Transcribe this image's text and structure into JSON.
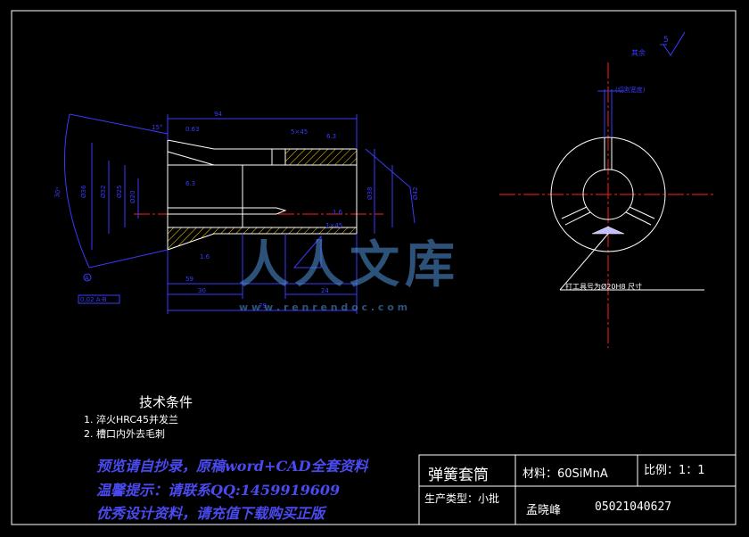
{
  "dimensions": {
    "d94": "94",
    "d5x45": "5×45",
    "d0.63": "0.63",
    "d6.3a": "6.3",
    "d6.3b": "6.3",
    "d1x45": "1×45",
    "d1.6": "1.6",
    "d1.6b": "1.6",
    "phi36": "Ø36",
    "phi32": "Ø32",
    "phi25": "Ø25",
    "phi20": "Ø20",
    "phi38": "Ø38",
    "phi42": "Ø42",
    "d30deg": "30°",
    "d15deg": "15°",
    "d59": "59",
    "d30": "30",
    "d24": "24",
    "d79": "79",
    "tol": "0.02 A-B",
    "datumA": "A",
    "slot": "(切割宽度)",
    "rough_all": "其余",
    "rough_val": "5"
  },
  "end_view_note": "打工具号为Ø20H8  尺寸",
  "tech_req": {
    "title": "技术条件",
    "items": [
      "1.  淬火HRC45并发兰",
      "2.  槽口内外去毛刺"
    ]
  },
  "promo_lines": [
    "预览请自抄录，原稿word+CAD全套资料",
    "温馨提示：请联系QQ:1459919609",
    "优秀设计资料，请充值下载购买正版"
  ],
  "title_block": {
    "part_name": "弹簧套筒",
    "material": "材料：60SiMnA",
    "scale": "比例：1：1",
    "production": "生产类型：小批",
    "designer": "孟晓峰",
    "student_id": "05021040627"
  },
  "watermark": {
    "main": "人人文库",
    "url": "w w w . r e n r e n d o c . c o m"
  },
  "colors": {
    "outline": "#ffffff",
    "dimension": "#3a3aff",
    "center": "#ff2020",
    "hatch": "#ffd000"
  }
}
